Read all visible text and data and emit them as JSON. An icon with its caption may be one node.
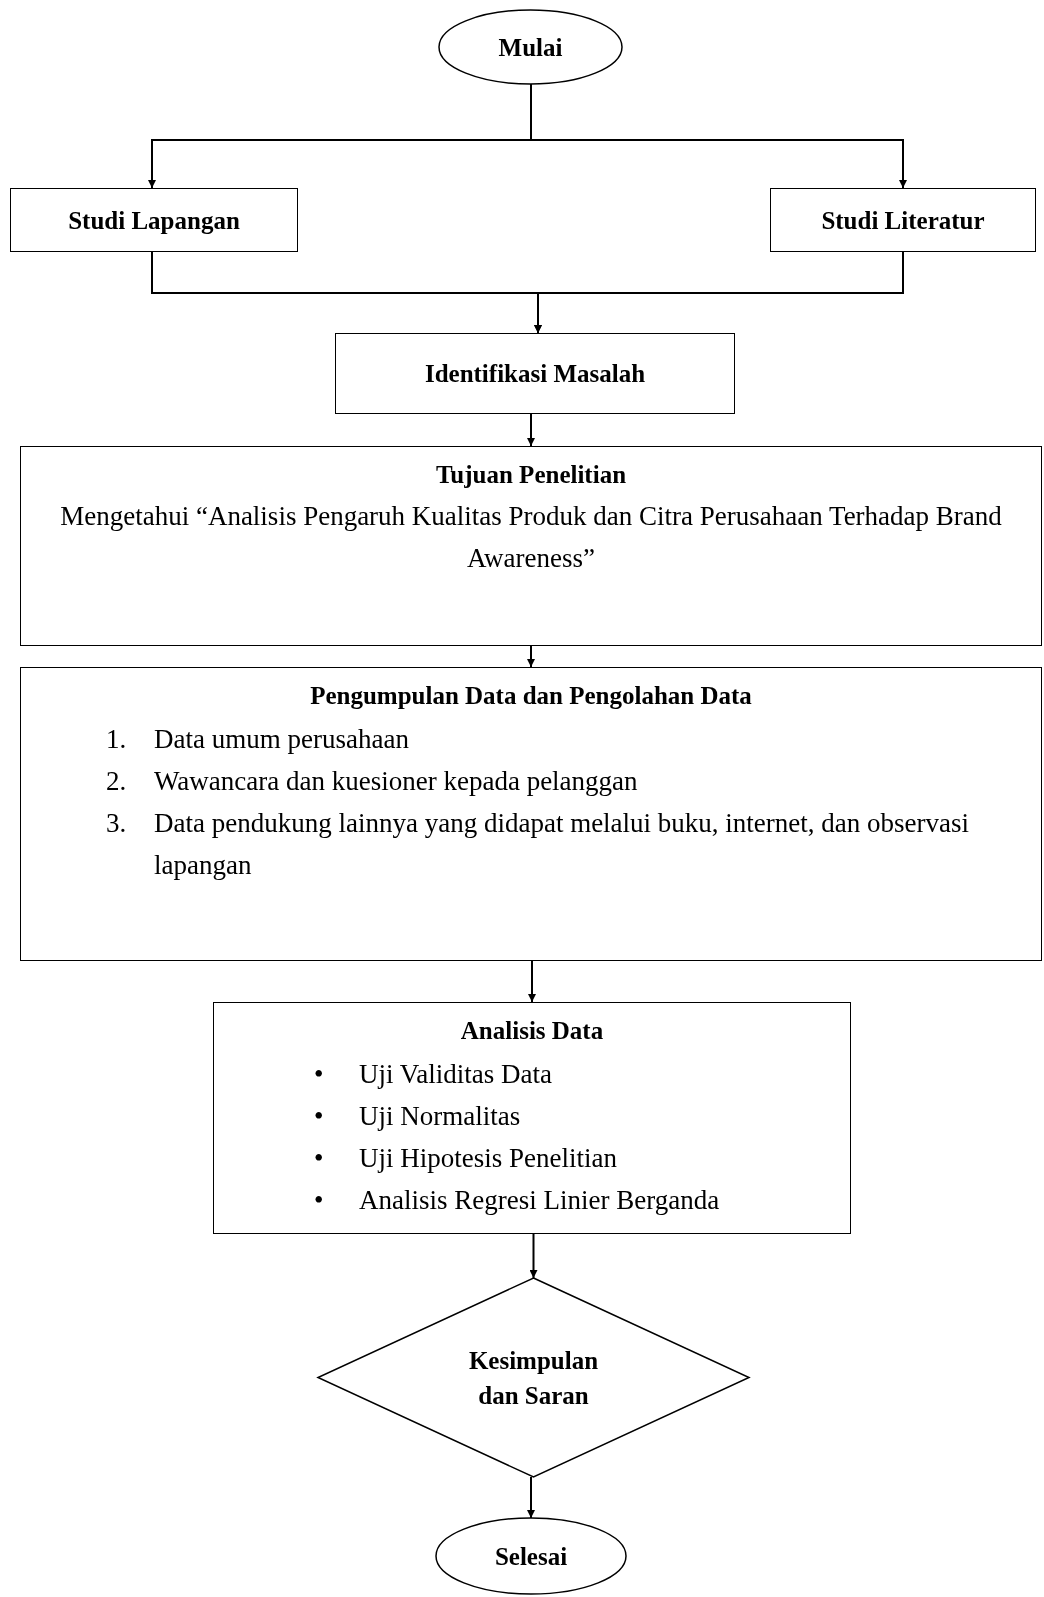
{
  "diagram": {
    "nodes": [
      {
        "text": [
          "Mulai"
        ]
      },
      {
        "text": [
          "Studi Lapangan"
        ]
      },
      {
        "text": [
          "Studi Literatur"
        ]
      },
      {
        "text": [
          "Identifikasi Masalah"
        ]
      },
      {
        "text": [
          "Tujuan Penelitian",
          "Mengetahui “Analisis Pengaruh Kualitas Produk dan Citra Perusahaan Terhadap Brand Awareness”"
        ]
      },
      {
        "text": [
          "Pengumpulan Data dan Pengolahan Data",
          "1.",
          "Data umum perusahaan",
          "2.",
          "Wawancara dan kuesioner kepada pelanggan",
          "3.",
          "Data pendukung lainnya yang didapat melalui buku, internet, dan observasi lapangan"
        ]
      },
      {
        "text": [
          "Analisis Data",
          "•",
          "Uji Validitas Data",
          "•",
          "Uji Normalitas",
          "•",
          "Uji Hipotesis Penelitian",
          "•",
          "Analisis Regresi Linier Berganda"
        ]
      },
      {
        "text": [
          "Kesimpulan dan Saran"
        ]
      },
      {
        "text": [
          "Selesai"
        ]
      }
    ],
    "edges": [
      {
        "from": 0,
        "to": 1,
        "arrow": "to"
      },
      {
        "from": 0,
        "to": 2,
        "arrow": "to"
      },
      {
        "from": 1,
        "to": 3,
        "arrow": "to"
      },
      {
        "from": 2,
        "to": 3,
        "arrow": "to"
      },
      {
        "from": 3,
        "to": 4,
        "arrow": "to"
      },
      {
        "from": 4,
        "to": 5,
        "arrow": "to"
      },
      {
        "from": 5,
        "to": 6,
        "arrow": "to"
      },
      {
        "from": 6,
        "to": 7,
        "arrow": "to"
      },
      {
        "from": 7,
        "to": 8,
        "arrow": "to"
      }
    ]
  }
}
